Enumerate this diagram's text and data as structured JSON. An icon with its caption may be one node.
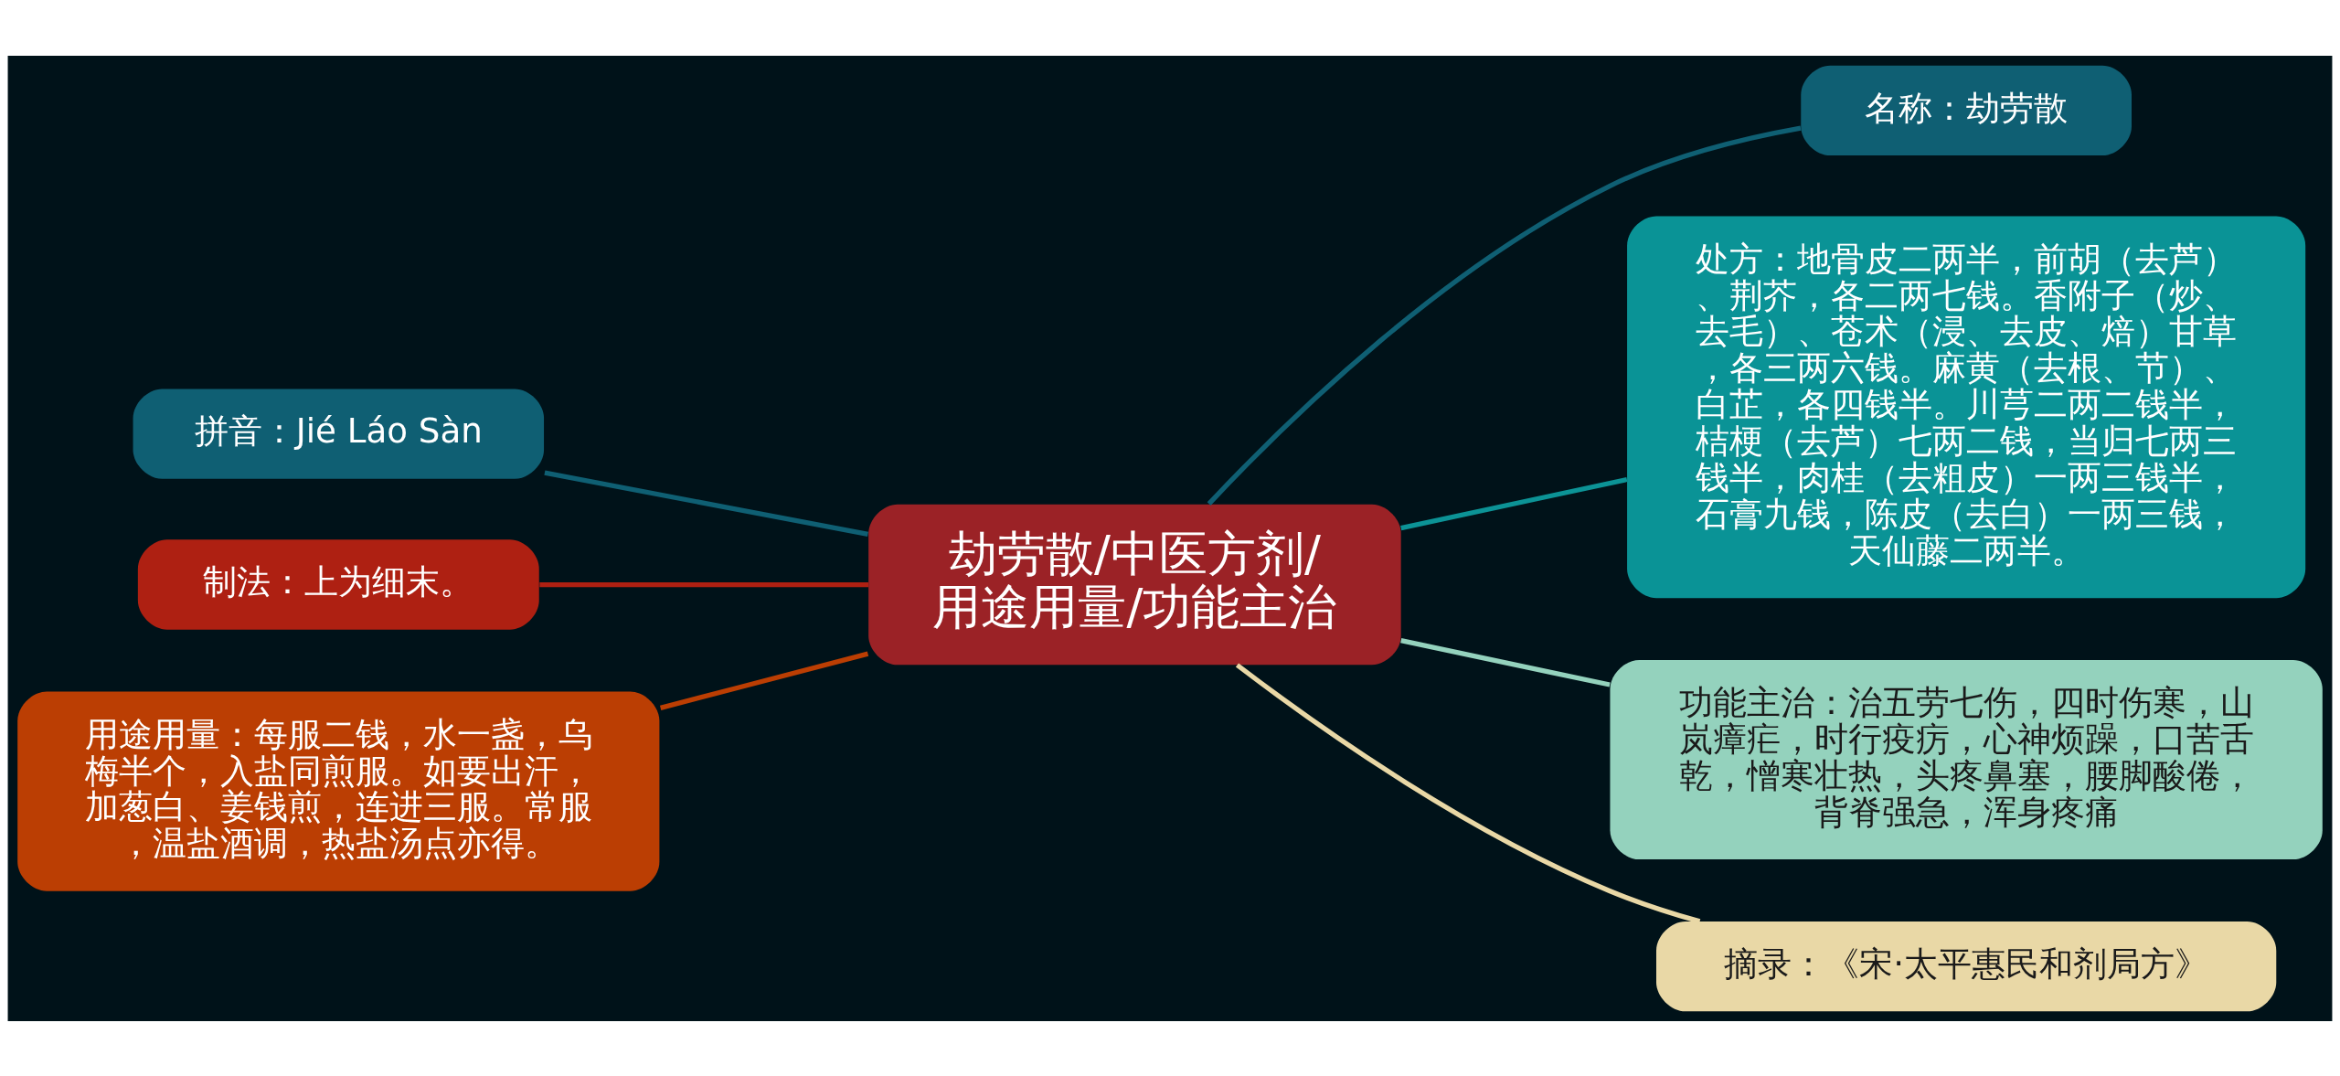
{
  "diagram": {
    "nodes": [
      {
        "text": [
          "劫劳散/中医方剂/用途用量/功能主治"
        ]
      },
      {
        "text": [
          "名称：劫劳散"
        ]
      },
      {
        "text": [
          "拼音：Jié Láo Sàn"
        ]
      },
      {
        "text": [
          "处方：地骨皮二两半，前胡（去芦）、荆芥，各二两七钱。香附子（炒、去毛）、苍术（浸、去皮、焙）甘草，各三两六钱。麻黄（去根、节）、白芷，各四钱半。川芎二两二钱半，桔梗（去芦）七两二钱，当归七两三钱半，肉桂（去粗皮）一两三钱半，石膏九钱，陈皮（去白）一两三钱，天仙藤二两半。"
        ]
      },
      {
        "text": [
          "制法：上为细末。"
        ]
      },
      {
        "text": [
          "用途用量：每服二钱，水一盏，乌梅半个，入盐同煎服。如要出汗，加葱白、姜钱煎，连进三服。常服，温盐酒调，热盐汤点亦得。"
        ]
      },
      {
        "text": [
          "功能主治：治五劳七伤，四时伤寒，山岚瘴疟，时行疫疠，心神烦躁，口苦舌乾，憎寒壮热，头疼鼻塞，腰脚酸倦，背脊强急，浑身疼痛"
        ]
      },
      {
        "text": [
          "摘录：《宋·太平惠民和剂局方》"
        ]
      }
    ],
    "edges": [
      {
        "from": 0,
        "to": 1,
        "arrow": "none",
        "color": "#0f5f73"
      },
      {
        "from": 2,
        "to": 0,
        "arrow": "none",
        "color": "#0f5f73"
      },
      {
        "from": 0,
        "to": 3,
        "arrow": "none",
        "color": "#0c9396"
      },
      {
        "from": 4,
        "to": 0,
        "arrow": "none",
        "color": "#ae2012"
      },
      {
        "from": 5,
        "to": 0,
        "arrow": "none",
        "color": "#bb3e03"
      },
      {
        "from": 0,
        "to": 6,
        "arrow": "none",
        "color": "#94d2bd"
      },
      {
        "from": 0,
        "to": 7,
        "arrow": "none",
        "color": "#e9d8a6"
      }
    ]
  }
}
